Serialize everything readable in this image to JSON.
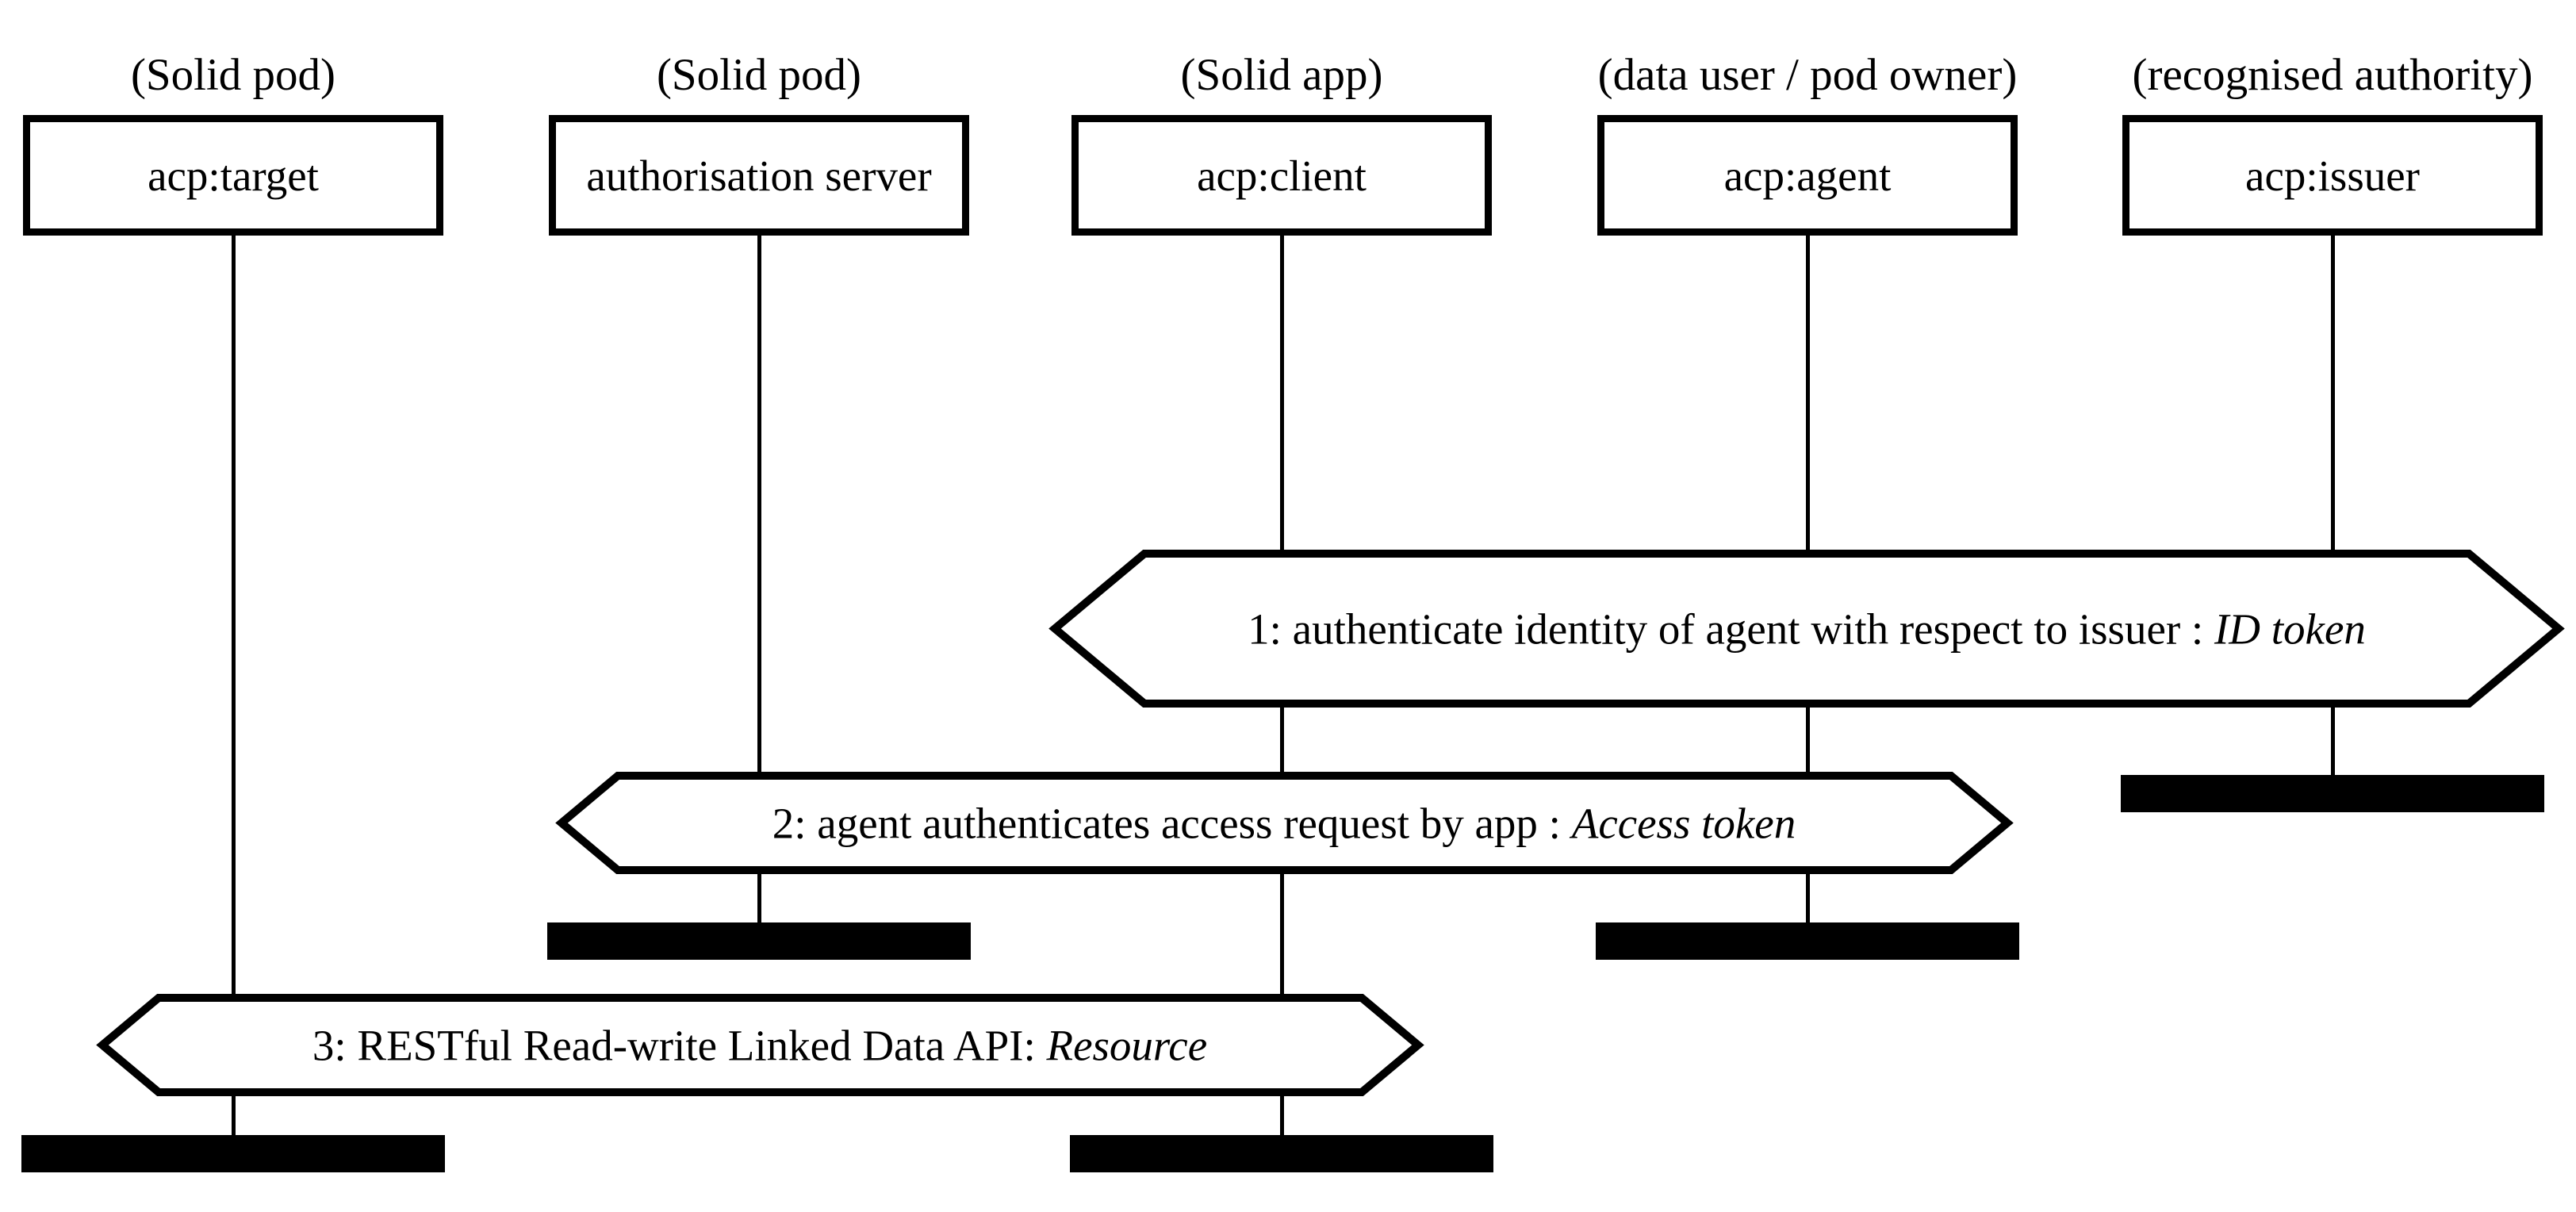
{
  "diagram": {
    "kind": "sequence-diagram",
    "colors": {
      "line": "#000000",
      "fill": "#ffffff",
      "background": "#ffffff",
      "text": "#000000"
    },
    "actors": [
      {
        "role": "(Solid pod)",
        "name": "acp:target"
      },
      {
        "role": "(Solid pod)",
        "name": "authorisation server"
      },
      {
        "role": "(Solid app)",
        "name": "acp:client"
      },
      {
        "role": "(data user / pod owner)",
        "name": "acp:agent"
      },
      {
        "role": "(recognised authority)",
        "name": "acp:issuer"
      }
    ],
    "messages": [
      {
        "from": "acp:agent",
        "to": "acp:issuer",
        "label": "1: authenticate identity of agent with respect to issuer : ",
        "emphasis": "ID token"
      },
      {
        "from": "authorisation server",
        "to": "acp:agent",
        "label": "2: agent authenticates access request by app : ",
        "emphasis": "Access token"
      },
      {
        "from": "acp:target",
        "to": "acp:client",
        "label": "3: RESTful Read-write Linked Data API: ",
        "emphasis": "Resource"
      }
    ]
  }
}
